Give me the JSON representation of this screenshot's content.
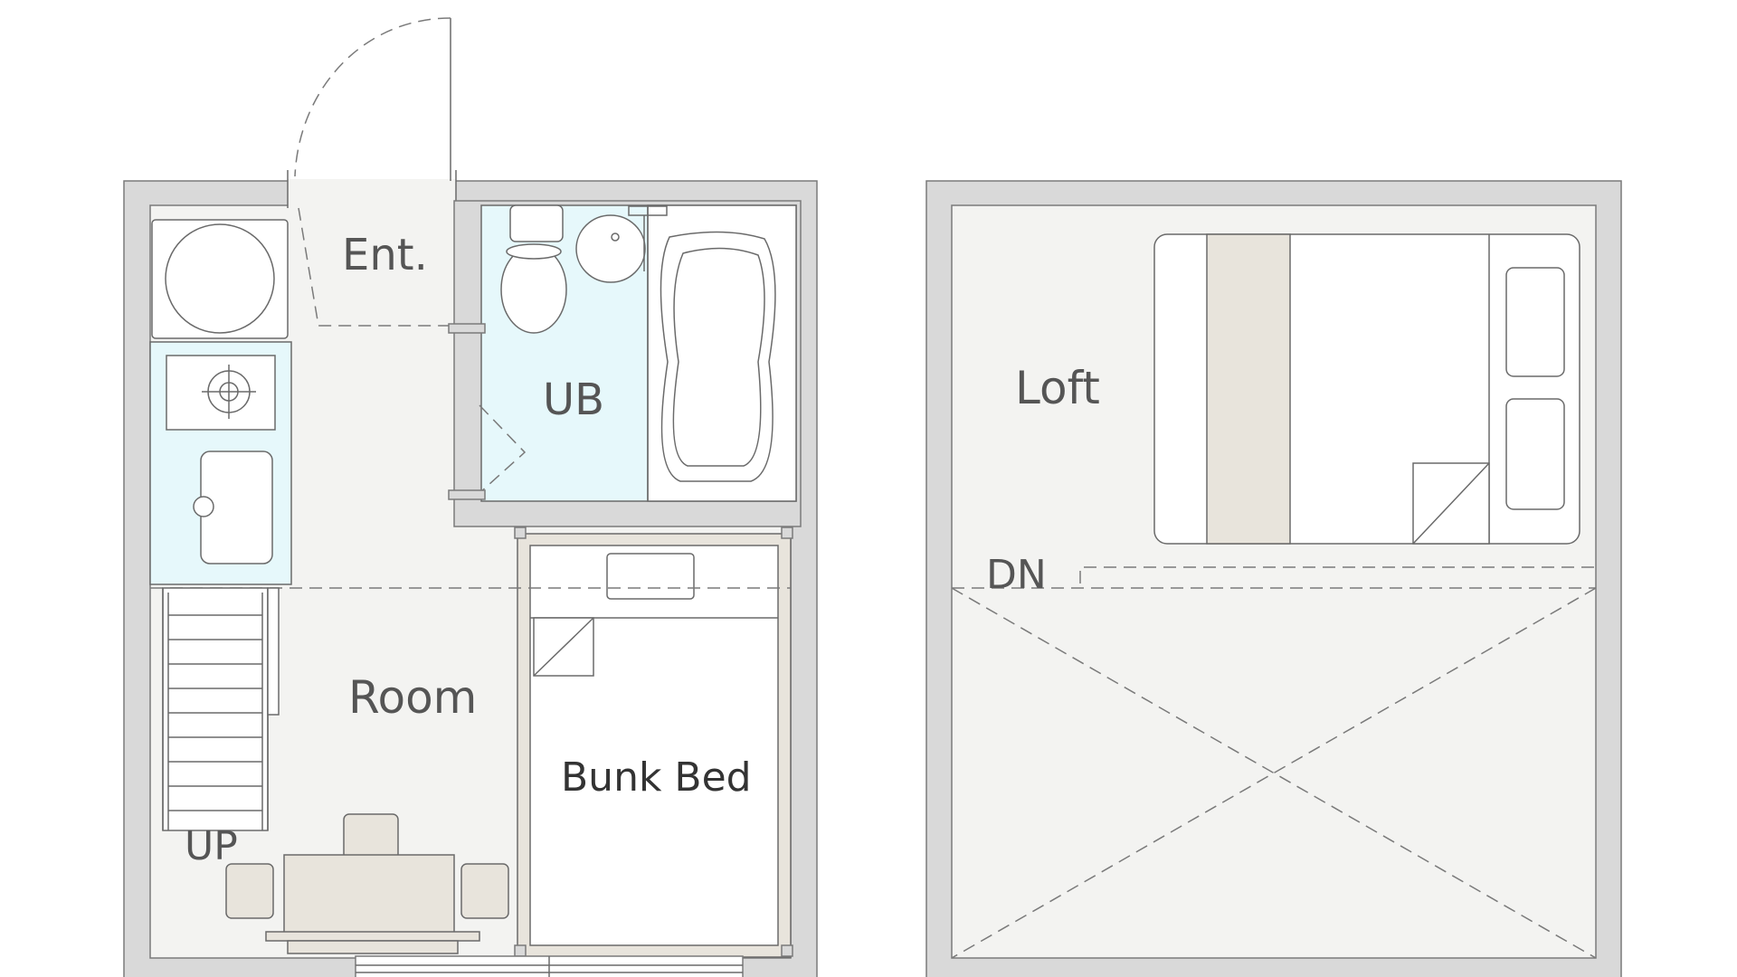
{
  "labels": {
    "entrance": "Ent.",
    "unit_bath": "UB",
    "room": "Room",
    "bunk_bed": "Bunk Bed",
    "up": "UP",
    "loft": "Loft",
    "down": "DN"
  },
  "colors": {
    "wall": "#d9d9d9",
    "floor": "#f3f3f1",
    "wet_area": "#e6f8fb",
    "fixture": "#ffffff",
    "accent_beige": "#e8e4dc",
    "line": "#6a6a6a",
    "text": "#555555"
  }
}
